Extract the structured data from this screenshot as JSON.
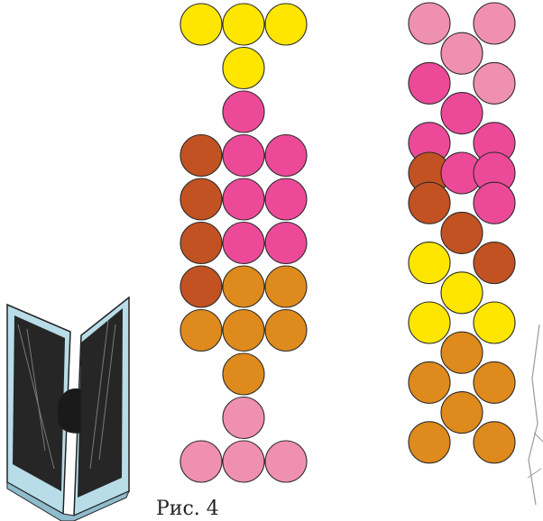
{
  "caption": "Рис. 4",
  "colors": {
    "yellow": "#ffe600",
    "pink": "#ec4a99",
    "rust": "#c25221",
    "orange": "#df8a1c",
    "light-pink": "#f090b0"
  },
  "left_pattern": [
    [
      "yellow",
      "yellow",
      "yellow"
    ],
    [
      null,
      "yellow",
      null
    ],
    [
      null,
      "pink",
      null
    ],
    [
      "rust",
      "pink",
      "pink"
    ],
    [
      "rust",
      "pink",
      "pink"
    ],
    [
      "rust",
      "pink",
      "pink"
    ],
    [
      "rust",
      "orange",
      "orange"
    ],
    [
      "orange",
      "orange",
      "orange"
    ],
    [
      null,
      "orange",
      null
    ],
    [
      null,
      "light-pink",
      null
    ],
    [
      "light-pink",
      "light-pink",
      "light-pink"
    ]
  ],
  "right_pattern": [
    [
      "light-pink",
      null,
      "light-pink"
    ],
    [
      null,
      "light-pink",
      null
    ],
    [
      "pink",
      null,
      "light-pink"
    ],
    [
      null,
      "pink",
      null
    ],
    [
      "pink",
      null,
      "pink"
    ],
    [
      "rust",
      "pink",
      "pink"
    ],
    [
      "rust",
      null,
      "pink"
    ],
    [
      null,
      "rust",
      null
    ],
    [
      "yellow",
      null,
      "rust"
    ],
    [
      null,
      "yellow",
      null
    ],
    [
      "yellow",
      null,
      "yellow"
    ],
    [
      null,
      "orange",
      null
    ],
    [
      "orange",
      null,
      "orange"
    ],
    [
      null,
      "orange",
      null
    ],
    [
      "orange",
      null,
      "orange"
    ]
  ]
}
